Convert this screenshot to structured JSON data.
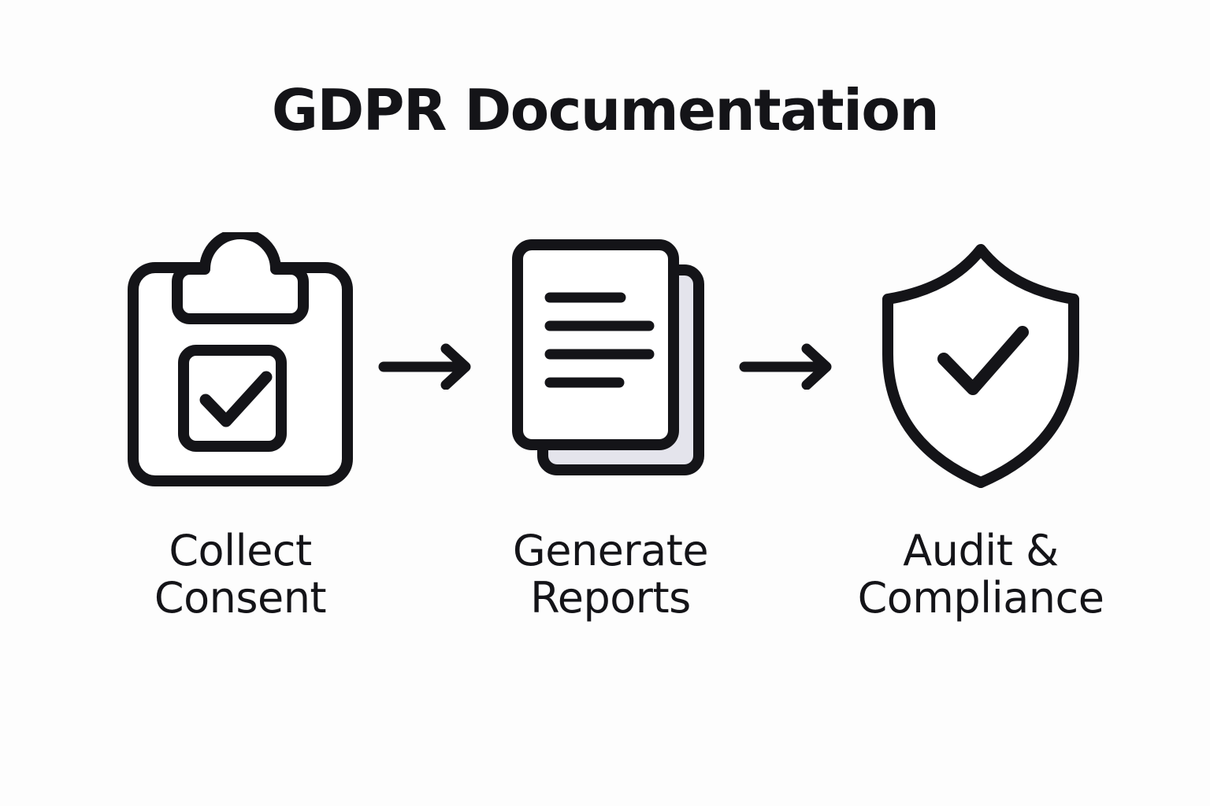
{
  "page": {
    "title": "GDPR Documentation",
    "background_color": "#fdfdfd",
    "ink_color": "#141418",
    "document_fill_color": "#e4e4ec"
  },
  "flow": {
    "steps": [
      {
        "icon": "clipboard-check-icon",
        "label_line_1": "Collect",
        "label_line_2": "Consent"
      },
      {
        "icon": "documents-stack-icon",
        "label_line_1": "Generate",
        "label_line_2": "Reports"
      },
      {
        "icon": "shield-check-icon",
        "label_line_1": "Audit &",
        "label_line_2": "Compliance"
      }
    ],
    "connectors": [
      {
        "icon": "arrow-right-icon"
      },
      {
        "icon": "arrow-right-icon"
      }
    ]
  }
}
